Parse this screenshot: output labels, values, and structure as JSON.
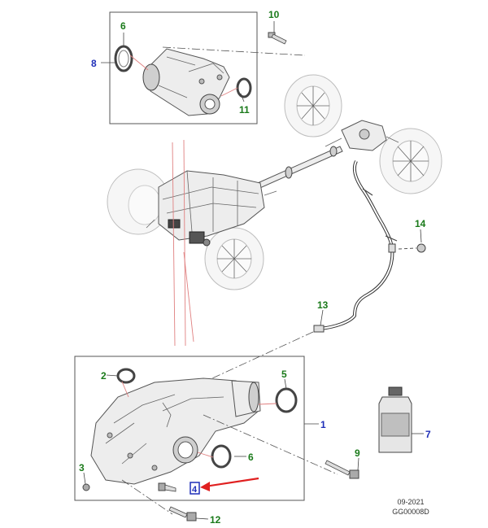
{
  "callouts": [
    {
      "id": "1",
      "label": "1",
      "color": "#1f2fb8"
    },
    {
      "id": "2",
      "label": "2",
      "color": "#1a7a1a"
    },
    {
      "id": "3",
      "label": "3",
      "color": "#1a7a1a"
    },
    {
      "id": "4",
      "label": "4",
      "color": "#1f2fb8"
    },
    {
      "id": "5",
      "label": "5",
      "color": "#1a7a1a"
    },
    {
      "id": "6a",
      "label": "6",
      "color": "#1a7a1a"
    },
    {
      "id": "6b",
      "label": "6",
      "color": "#1a7a1a"
    },
    {
      "id": "7",
      "label": "7",
      "color": "#1f2fb8"
    },
    {
      "id": "8",
      "label": "8",
      "color": "#1f2fb8"
    },
    {
      "id": "9",
      "label": "9",
      "color": "#1a7a1a"
    },
    {
      "id": "10",
      "label": "10",
      "color": "#1a7a1a"
    },
    {
      "id": "11",
      "label": "11",
      "color": "#1a7a1a"
    },
    {
      "id": "12",
      "label": "12",
      "color": "#1a7a1a"
    },
    {
      "id": "13",
      "label": "13",
      "color": "#1a7a1a"
    },
    {
      "id": "14",
      "label": "14",
      "color": "#1a7a1a"
    }
  ],
  "footer": {
    "date": "09-2021",
    "code": "GG00008D"
  },
  "colors": {
    "callout_green": "#1a7a1a",
    "callout_blue": "#1f2fb8",
    "highlight_arrow": "#e02020",
    "highlight_box": "#1f2fb8",
    "red_leader": "#e08080"
  }
}
